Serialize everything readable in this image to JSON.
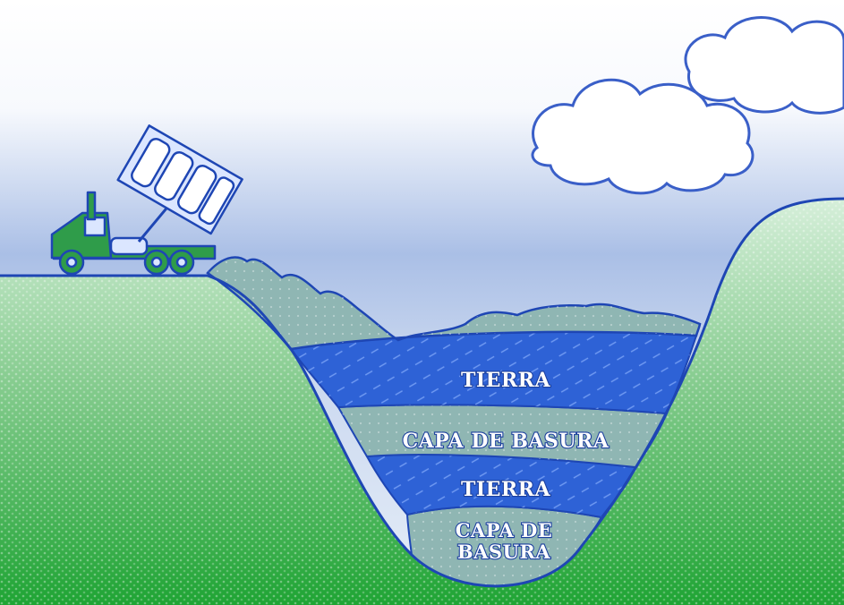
{
  "layers": [
    {
      "id": "tierra-1",
      "label": "TIERRA",
      "kind": "soil"
    },
    {
      "id": "basura-1",
      "label": "CAPA DE BASURA",
      "kind": "trash"
    },
    {
      "id": "tierra-2",
      "label": "TIERRA",
      "kind": "soil"
    },
    {
      "id": "basura-2",
      "label_line1": "CAPA DE",
      "label_line2": "BASURA",
      "kind": "trash"
    }
  ],
  "colors": {
    "soil": "#2e62d6",
    "trash": "#8fb6b3",
    "outline": "#1e46b4",
    "ground_top": "#c9e8cf",
    "ground_bottom": "#27a83a",
    "sky_top": "#ffffff",
    "sky_mid": "#b7c9ea",
    "truck_cab": "#2f9c4a",
    "truck_bed": "#dbe6ff"
  }
}
